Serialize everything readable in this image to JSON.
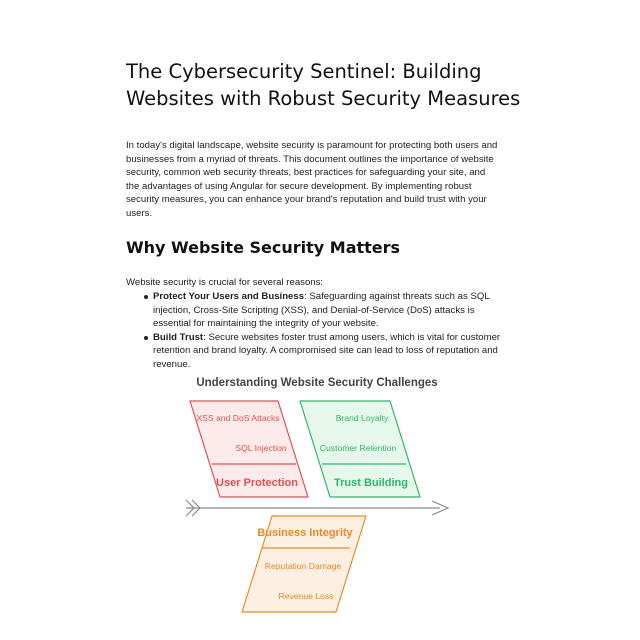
{
  "title": "The Cybersecurity Sentinel: Building Websites with Robust Security Measures",
  "intro": "In today's digital landscape, website security is paramount for protecting both users and businesses from a myriad of threats. This document outlines the importance of website security, common web security threats, best practices for safeguarding your site, and the advantages of using Angular for secure development. By implementing robust security measures, you can enhance your brand's reputation and build trust with your users.",
  "section": {
    "heading": "Why Website Security Matters",
    "lead": "Website security is crucial for several reasons:",
    "bullets": [
      {
        "term": "Protect Your Users and Business",
        "text": ": Safeguarding against threats such as SQL injection, Cross-Site Scripting (XSS), and Denial-of-Service (DoS) attacks is essential for maintaining the integrity of your website."
      },
      {
        "term": "Build Trust",
        "text": ": Secure websites foster trust among users, which is vital for customer retention and brand loyalty. A compromised site can lead to loss of reputation and revenue."
      }
    ]
  },
  "diagram": {
    "title": "Understanding Website Security Challenges",
    "branches": [
      {
        "label": "User Protection",
        "items": [
          "XSS and DoS Attacks",
          "SQL Injection"
        ],
        "color": "#e05252",
        "fill": "#fdeaea"
      },
      {
        "label": "Trust Building",
        "items": [
          "Brand Loyalty",
          "Customer Retention"
        ],
        "color": "#2fb866",
        "fill": "#e6f7ec"
      },
      {
        "label": "Business Integrity",
        "items": [
          "Reputation Damage",
          "Revenue Loss"
        ],
        "color": "#e8892a",
        "fill": "#fdf0e2"
      }
    ]
  }
}
